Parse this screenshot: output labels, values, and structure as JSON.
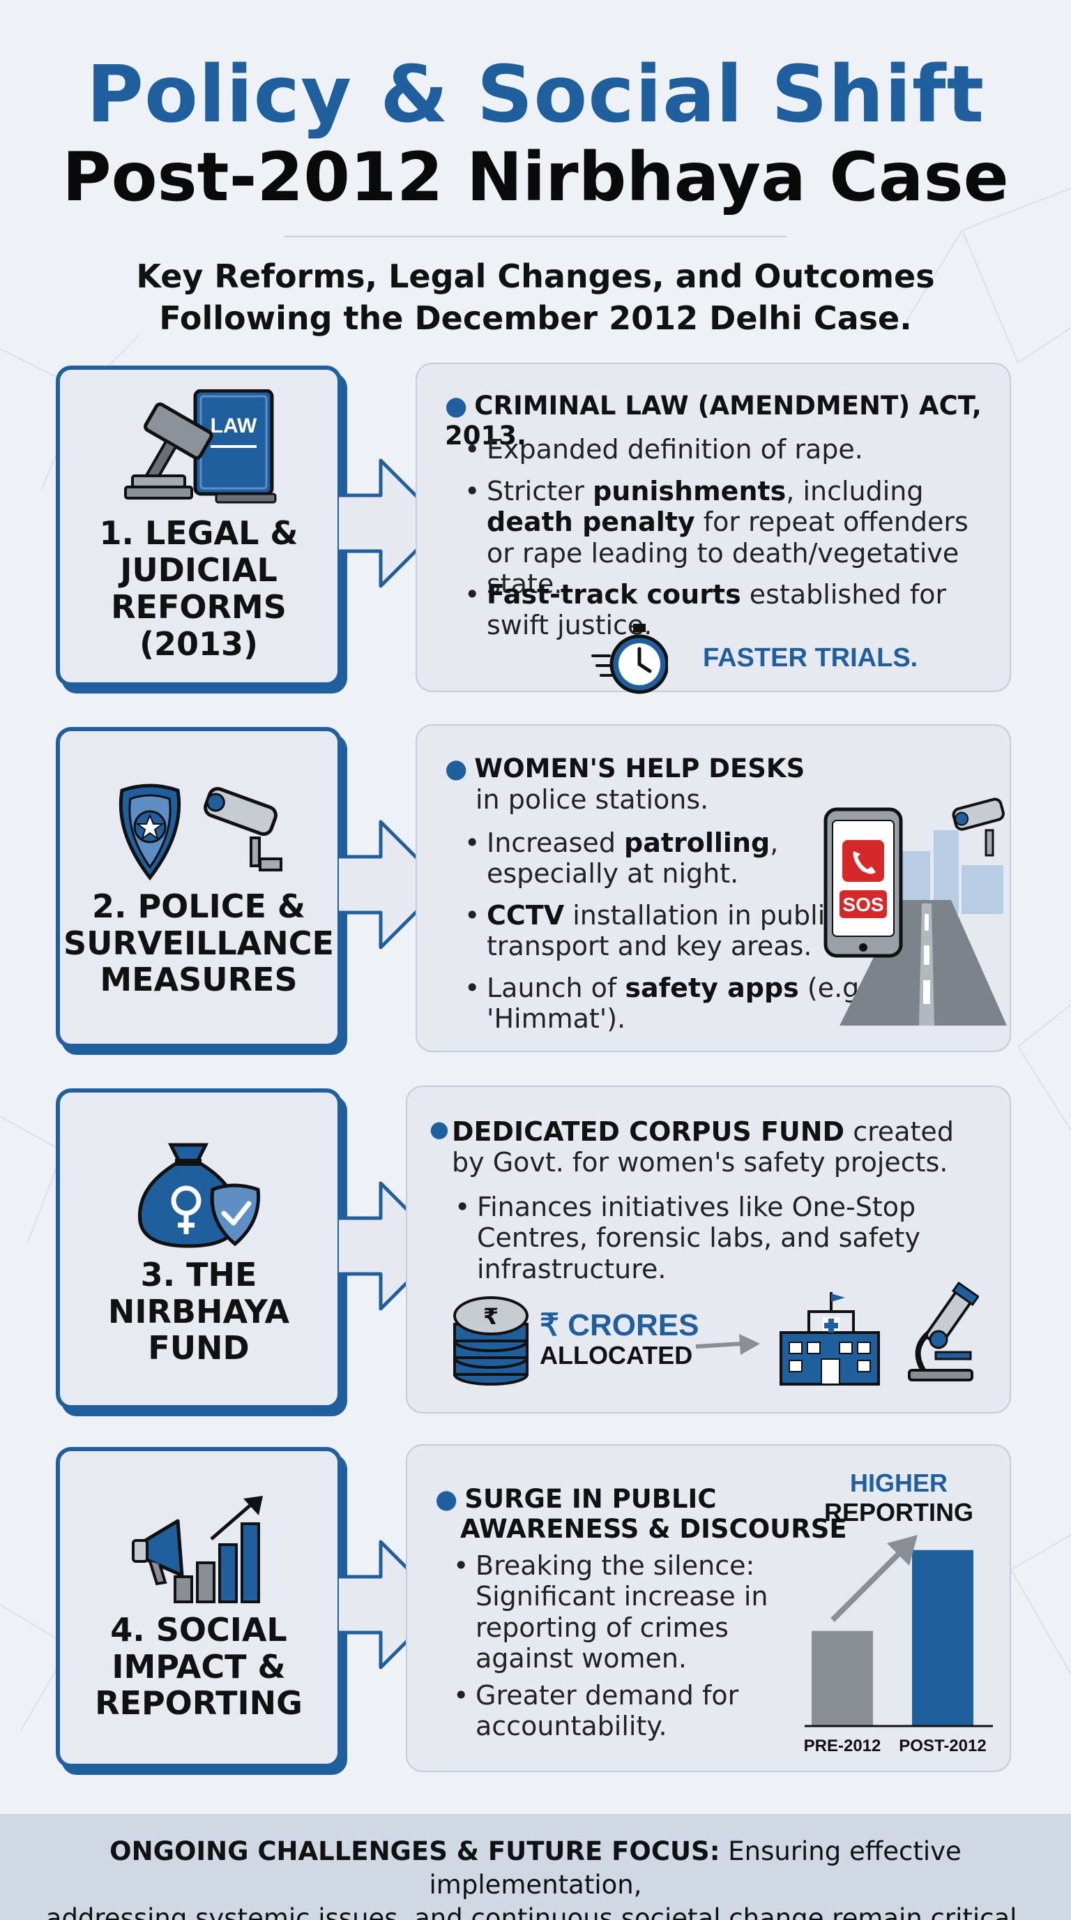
{
  "header": {
    "title_line1": "Policy & Social Shift",
    "title_line2": "Post-2012 Nirbhaya Case",
    "subtitle_line1": "Key Reforms, Legal Changes, and Outcomes",
    "subtitle_line2": "Following the December 2012 Delhi Case."
  },
  "colors": {
    "accent": "#1f5f9e",
    "panel": "#e6eaf0",
    "footer": "#cfd8e3",
    "gray": "#8a8f96"
  },
  "sections": [
    {
      "title": "1. LEGAL &\nJUDICIAL\nREFORMS\n(2013)",
      "icons": [
        "gavel-icon",
        "law-book-icon",
        "stopwatch-icon"
      ],
      "law_book_label": "LAW",
      "heading": "CRIMINAL LAW (AMENDMENT) ACT, 2013.",
      "bullets": [
        {
          "t1": "Expanded definition of rape."
        },
        {
          "t1": "Stricter ",
          "b1": "punishments",
          "t2": ", including ",
          "b2": "death penalty",
          "t3": " for repeat offenders or rape leading to death/vegetative state."
        },
        {
          "b1": "Fast-track courts",
          "t1": " established for swift justice."
        }
      ],
      "callout": "FASTER TRIALS."
    },
    {
      "title": "2. POLICE &\nSURVEILLANCE\nMEASURES",
      "icons": [
        "police-badge-icon",
        "cctv-camera-icon",
        "phone-sos-icon",
        "road-icon"
      ],
      "heading": "WOMEN'S HELP DESKS",
      "heading_sub": "in police stations.",
      "bullets": [
        {
          "t1": "Increased ",
          "b1": "patrolling",
          "t2": ", especially at night."
        },
        {
          "b1": "CCTV",
          "t1": " installation in public transport and key areas."
        },
        {
          "t1": "Launch of ",
          "b1": "safety apps",
          "t2": " (e.g., 'Himmat')."
        }
      ],
      "phone_label": "SOS"
    },
    {
      "title": "3. THE\nNIRBHAYA\nFUND",
      "icons": [
        "money-bag-icon",
        "shield-check-icon",
        "coin-stack-icon",
        "hospital-icon",
        "microscope-icon"
      ],
      "heading": "DEDICATED CORPUS FUND",
      "heading_rest": " created by Govt. for women's safety projects.",
      "bullets": [
        {
          "t1": "Finances initiatives like One-Stop Centres, forensic labs, and safety infrastructure."
        }
      ],
      "coin_symbol": "₹",
      "callout_line1": "₹ CRORES",
      "callout_line2": "ALLOCATED"
    },
    {
      "title": "4. SOCIAL\nIMPACT &\nREPORTING",
      "icons": [
        "megaphone-icon",
        "bar-chart-icon"
      ],
      "heading_line1": "SURGE IN PUBLIC",
      "heading_line2": "AWARENESS & DISCOURSE",
      "bullets": [
        {
          "t1": "Breaking the silence: Significant increase in reporting of crimes against women."
        },
        {
          "t1": "Greater demand for accountability."
        }
      ]
    }
  ],
  "chart_data": {
    "type": "bar",
    "title": "HIGHER REPORTING",
    "categories": [
      "PRE-2012",
      "POST-2012"
    ],
    "values": [
      1.0,
      1.85
    ],
    "ylim": [
      0,
      2.2
    ],
    "colors": [
      "#8a8f96",
      "#1f5f9e"
    ],
    "trend_arrow": true
  },
  "footer": {
    "bold": "ONGOING CHALLENGES & FUTURE FOCUS:",
    "rest": " Ensuring effective implementation,",
    "line2": "addressing systemic issues, and continuous societal change remain critical."
  }
}
